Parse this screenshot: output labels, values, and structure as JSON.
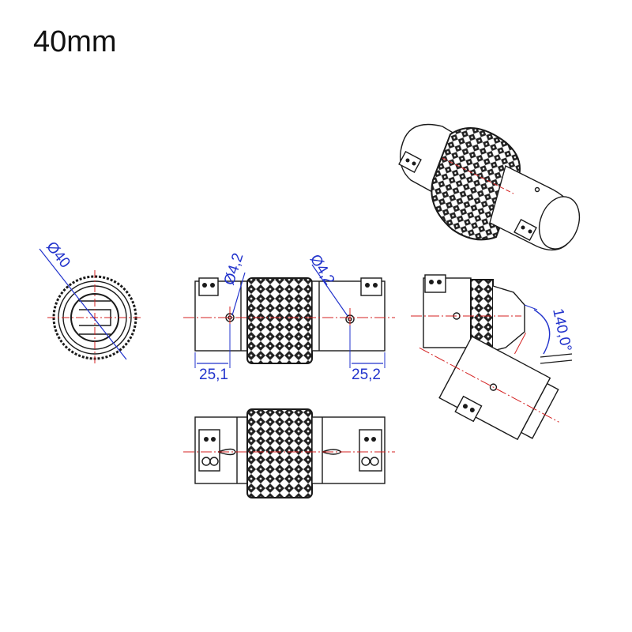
{
  "title": "40mm",
  "dimensions": {
    "end_diameter": "Ø40",
    "hole_left": "Ø4,2",
    "hole_right": "Ø4,2",
    "offset_left": "25,1",
    "offset_right": "25,2",
    "angle": "140,0°"
  },
  "colors": {
    "line": "#1a1a1a",
    "dimension": "#2233cc",
    "centerline": "#d42020",
    "knurl": "#3a3a3a"
  }
}
